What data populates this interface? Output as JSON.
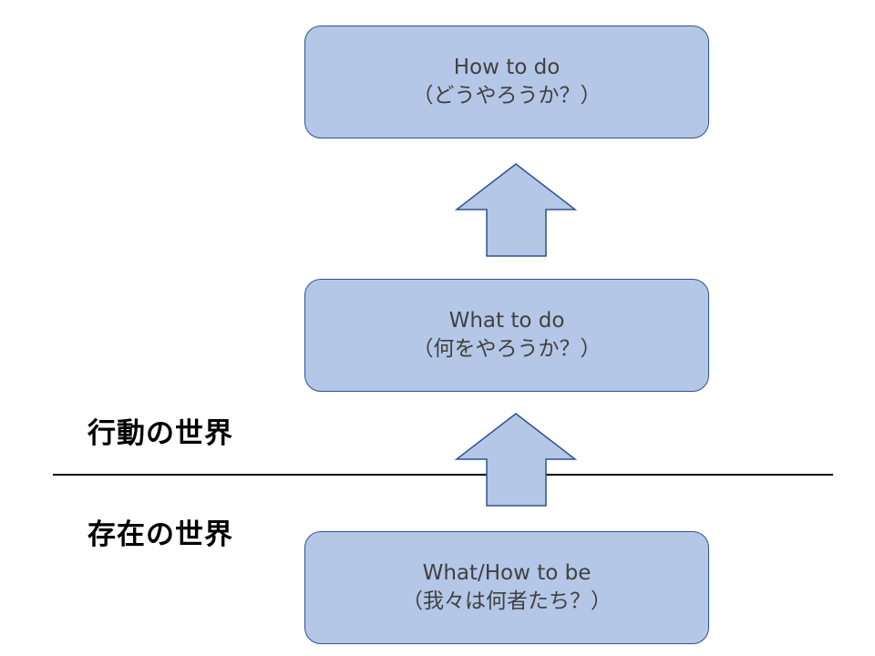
{
  "diagram": {
    "boxes": {
      "top": {
        "title": "How to do",
        "subtitle": "（どうやろうか？）"
      },
      "middle": {
        "title": "What to do",
        "subtitle": "（何をやろうか？）"
      },
      "bottom": {
        "title": "What/How to be",
        "subtitle": "（我々は何者たち？）"
      }
    },
    "labels": {
      "action_world": "行動の世界",
      "existence_world": "存在の世界"
    },
    "colors": {
      "box_fill": "#b4c7e7",
      "box_border": "#2f528f",
      "divider": "#000000"
    }
  }
}
